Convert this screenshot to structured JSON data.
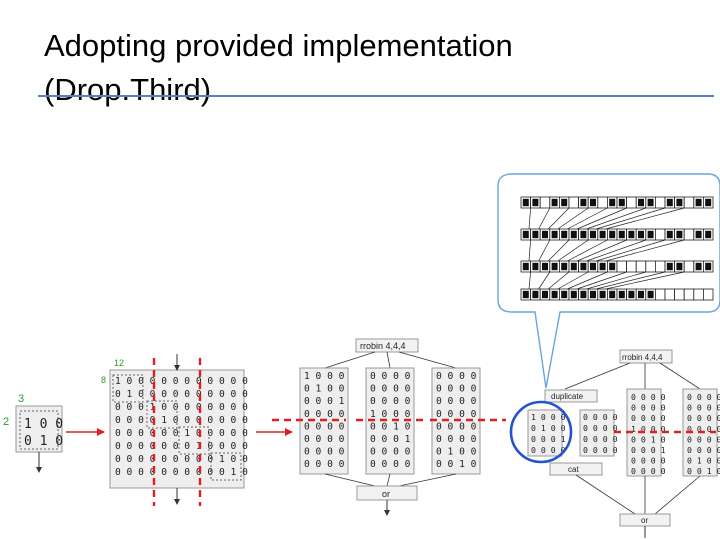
{
  "slide": {
    "title_line1": "Adopting provided implementation",
    "title_line2": "(Drop.Third)"
  },
  "diagram": {
    "source": {
      "dim_width": "3",
      "dim_height": "2",
      "rows": [
        "1 0 0",
        "0 1 0"
      ]
    },
    "expanded": {
      "dim_width": "12",
      "dim_height": "8",
      "rows": [
        "1 0 0 0 0 0 0 0 0 0 0 0",
        "0 1 0 0 0 0 0 0 0 0 0 0",
        "0 0 0 1 0 0 0 0 0 0 0 0",
        "0 0 0 0 1 0 0 0 0 0 0 0",
        "0 0 0 0 0 0 1 0 0 0 0 0",
        "0 0 0 0 0 0 0 1 0 0 0 0",
        "0 0 0 0 0 0 0 0 0 1 0 0",
        "0 0 0 0 0 0 0 0 0 0 1 0"
      ]
    },
    "split": {
      "roundrobin_label": "rrobin 4,4,4",
      "join_label": "or",
      "blocks": [
        {
          "rows": [
            "1 0 0 0",
            "0 1 0 0",
            "0 0 0 1",
            "0 0 0 0",
            "0 0 0 0",
            "0 0 0 0",
            "0 0 0 0",
            "0 0 0 0"
          ]
        },
        {
          "rows": [
            "0 0 0 0",
            "0 0 0 0",
            "0 0 0 0",
            "1 0 0 0",
            "0 0 1 0",
            "0 0 0 1",
            "0 0 0 0",
            "0 0 0 0"
          ]
        },
        {
          "rows": [
            "0 0 0 0",
            "0 0 0 0",
            "0 0 0 0",
            "0 0 0 0",
            "0 0 0 0",
            "0 0 0 0",
            "0 1 0 0",
            "0 0 1 0"
          ]
        }
      ]
    },
    "impl": {
      "duplicate_label": "duplicate",
      "cat_label": "cat",
      "roundrobin_label": "rrobin 4,4,4",
      "join_label": "or",
      "input_rows": [
        "1 0 0 0",
        "0 1 0 0",
        "0 0 0 1",
        "0 0 0 0"
      ],
      "zero_rows": [
        "0 0 0 0",
        "0 0 0 0",
        "0 0 0 0",
        "0 0 0 0"
      ],
      "blocks": [
        {
          "rows": [
            "0 0 0 0",
            "0 0 0 0",
            "0 0 0 0",
            "1 0 0 0",
            "0 0 1 0",
            "0 0 0 1",
            "0 0 0 0",
            "0 0 0 0"
          ]
        },
        {
          "rows": [
            "0 0 0 0",
            "0 0 0 0",
            "0 0 0 0",
            "0 0 0 0",
            "0 0 0 0",
            "0 0 0 0",
            "0 1 0 0",
            "0 0 1 0"
          ]
        }
      ]
    },
    "callout": {
      "rows": [
        {
          "pattern": [
            1,
            1,
            0,
            1,
            1,
            0,
            1,
            1,
            0,
            1,
            1,
            0,
            1,
            1,
            0,
            1,
            1,
            0,
            1,
            1
          ]
        },
        {
          "pattern": [
            1,
            1,
            1,
            1,
            1,
            1,
            1,
            1,
            1,
            1,
            1,
            1,
            1,
            1,
            0,
            1,
            1,
            0,
            1,
            1
          ]
        },
        {
          "pattern": [
            1,
            1,
            1,
            1,
            1,
            1,
            1,
            1,
            1,
            1,
            0,
            0,
            0,
            0,
            0,
            1,
            1,
            0,
            1,
            1
          ]
        },
        {
          "pattern": [
            1,
            1,
            1,
            1,
            1,
            1,
            1,
            1,
            1,
            1,
            1,
            1,
            1,
            1,
            0,
            0,
            0,
            0,
            0,
            0
          ]
        }
      ]
    },
    "colors": {
      "drop_line": "#e02020",
      "highlight": "#2255cc",
      "dim_label": "#2a9a2a",
      "callout_border": "#6fa0e0"
    }
  }
}
